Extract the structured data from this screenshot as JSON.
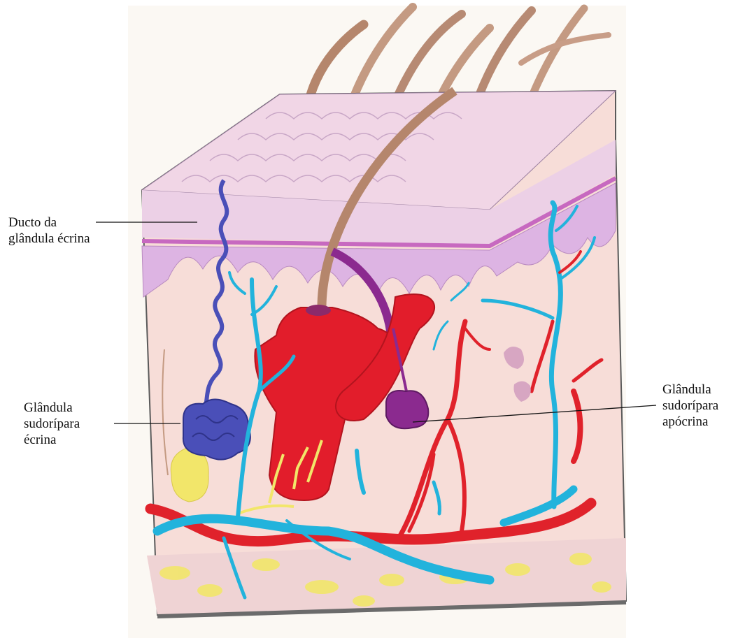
{
  "labels": {
    "eccrine_duct": {
      "line1": "Ducto da",
      "line2": "glândula écrina"
    },
    "eccrine_gland": {
      "line1": "Glândula",
      "line2": "sudorípara",
      "line3": "écrina"
    },
    "apocrine_gland": {
      "line1": "Glândula",
      "line2": "sudorípara",
      "line3": "apócrina"
    }
  },
  "colors": {
    "paper": "#fbf8f3",
    "epidermis": "#ecd0e6",
    "epidermis_top": "#f1d6e6",
    "basal_line": "#c769c0",
    "papillae": "#ddb4e3",
    "dermis": "#f7ddd8",
    "hypodermis": "#efd3d4",
    "fat_yellow": "#f2e66a",
    "hair": "#c49a82",
    "hair_dark": "#a07159",
    "follicle_red": "#e21d2b",
    "eccrine_blue": "#4a4fb8",
    "apocrine_purple": "#8b2a8f",
    "vein_cyan": "#22b3dc",
    "artery_red": "#e0222b",
    "outline": "#5a5a5a"
  }
}
